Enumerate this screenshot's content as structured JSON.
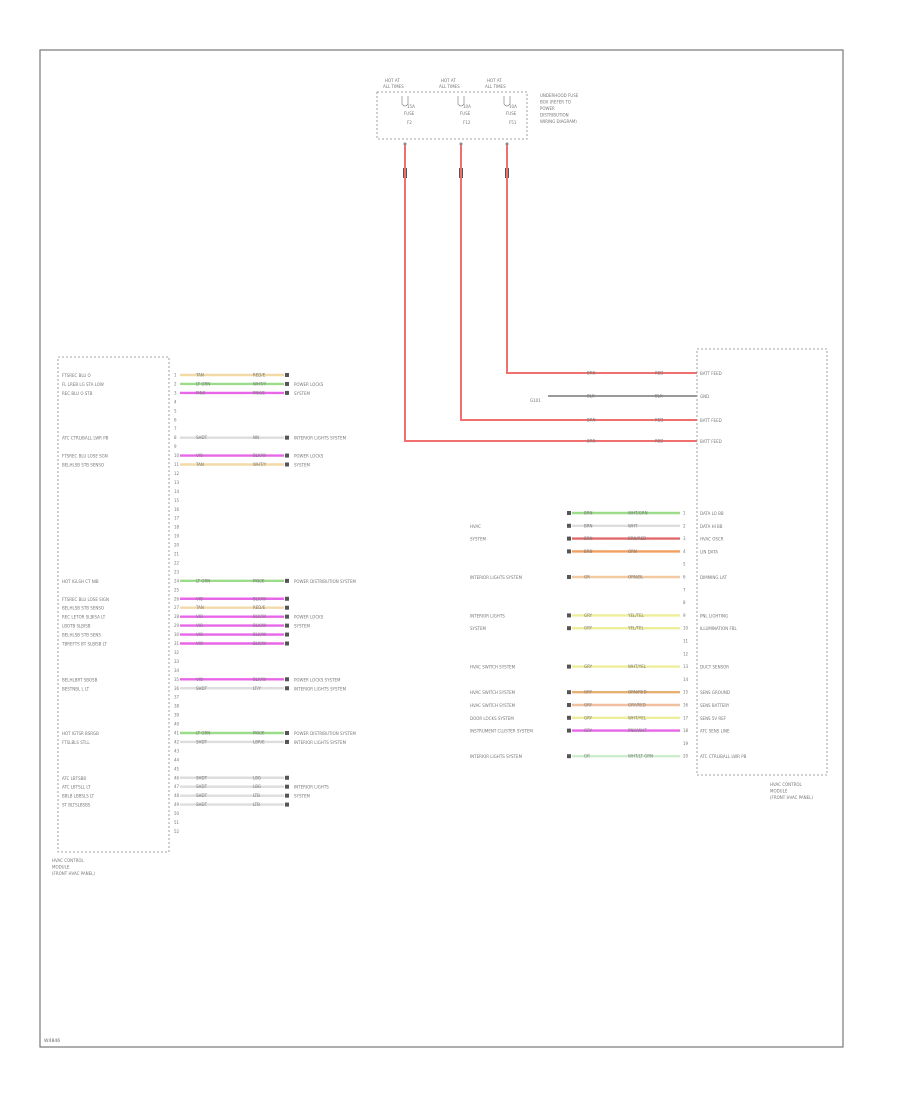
{
  "diagram_code": "W4846",
  "fuse_box": {
    "fuses": [
      {
        "top": "HOT AT",
        "top2": "ALL TIMES",
        "amp": "15A",
        "name": "FUSE",
        "id": "F2"
      },
      {
        "top": "HOT AT",
        "top2": "ALL TIMES",
        "amp": "10A",
        "name": "FUSE",
        "id": "F12"
      },
      {
        "top": "HOT AT",
        "top2": "ALL TIMES",
        "amp": "10A",
        "name": "FUSE",
        "id": "F51"
      }
    ],
    "caption": [
      "UNDERHOOD FUSE",
      "BOX (REFER TO",
      "POWER",
      "DISTRIBUTION",
      "WIRING DIAGRAM)"
    ]
  },
  "left_module": {
    "caption": [
      "HVAC CONTROL",
      "MODULE",
      "(FRONT HVAC PANEL)"
    ],
    "pin_count": 52,
    "wires": [
      {
        "pin": 1,
        "text": "FTSREC BLU O",
        "c1": "TAN",
        "c2": "RED/E",
        "dest": "",
        "color": "#f2d9a8"
      },
      {
        "pin": 2,
        "text": "FL LREB LG STA LOW",
        "c1": "LT GRN",
        "c2": "WHT/Y",
        "dest": "POWER LOCKS",
        "color": "#9bdc8a"
      },
      {
        "pin": 3,
        "text": "REC BLU O STB",
        "c1": "PINK",
        "c2": "PNK/E",
        "dest": "SYSTEM",
        "color": "#e866e8"
      },
      {
        "pin": 8,
        "text": "ATC CTRLIBALL LWR PB",
        "c1": "SHDT",
        "c2": "NN",
        "dest": "INTERIOR LIGHTS SYSTEM",
        "color": "#dddddd"
      },
      {
        "pin": 10,
        "text": "FTSREC BLU LOSE SGN",
        "c1": "VIO",
        "c2": "BLK/W",
        "dest": "POWER LOCKS",
        "color": "#e866e8"
      },
      {
        "pin": 11,
        "text": "BELHLSB STB SENSO",
        "c1": "TAN",
        "c2": "WHT/Y",
        "dest": "SYSTEM",
        "color": "#f2d9a8"
      },
      {
        "pin": 24,
        "text": "HOT IGLSH CT NIB",
        "c1": "LT GRN",
        "c2": "PKK/E",
        "dest": "POWER DISTRIBUTION SYSTEM",
        "color": "#9bdc8a"
      },
      {
        "pin": 26,
        "text": "FTSREC BLU LOSE SIGN",
        "c1": "VIO",
        "c2": "BLK/W",
        "dest": "",
        "color": "#e866e8"
      },
      {
        "pin": 27,
        "text": "BELHLSB STB SENSO",
        "c1": "TAN",
        "c2": "RED/E",
        "dest": "",
        "color": "#f2d9a8"
      },
      {
        "pin": 28,
        "text": "REC LETOR SLBISA LT",
        "c1": "VIO",
        "c2": "BLK/W",
        "dest": "POWER LOCKS",
        "color": "#e866e8"
      },
      {
        "pin": 29,
        "text": "LBOTB SLBISB",
        "c1": "VIO",
        "c2": "BLK/W",
        "dest": "SYSTEM",
        "color": "#e866e8"
      },
      {
        "pin": 30,
        "text": "BELHLSB STB SENS",
        "c1": "VIO",
        "c2": "BLK/W",
        "dest": "",
        "color": "#e866e8"
      },
      {
        "pin": 31,
        "text": "TBREFTS BT SLBISB LT",
        "c1": "VIO",
        "c2": "BLK/W",
        "dest": "",
        "color": "#e866e8"
      },
      {
        "pin": 35,
        "text": "BELHLBRT SBOSB",
        "c1": "VIO",
        "c2": "BLK/W",
        "dest": "POWER LOCKS SYSTEM",
        "color": "#e866e8"
      },
      {
        "pin": 36,
        "text": "BESTNBL L LT",
        "c1": "SHDT",
        "c2": "LT/Y",
        "dest": "INTERIOR LIGHTS SYSTEM",
        "color": "#dddddd"
      },
      {
        "pin": 41,
        "text": "HOT IGTSR BSRGB",
        "c1": "LT GRN",
        "c2": "PKK/E",
        "dest": "POWER DISTRIBUTION SYSTEM",
        "color": "#9bdc8a"
      },
      {
        "pin": 42,
        "text": "FTSLBLS STLL",
        "c1": "SHDT",
        "c2": "LBR/E",
        "dest": "INTERIOR LIGHTS SYSTEM",
        "color": "#dddddd"
      },
      {
        "pin": 46,
        "text": "ATC LBTSBB",
        "c1": "SHDT",
        "c2": "LBG",
        "dest": "",
        "color": "#dddddd"
      },
      {
        "pin": 47,
        "text": "ATC LBTSLL LT",
        "c1": "SHDT",
        "c2": "LBG",
        "dest": "INTERIOR LIGHTS",
        "color": "#dddddd"
      },
      {
        "pin": 48,
        "text": "BBLB LBBSLS LT",
        "c1": "SHDT",
        "c2": "LTB",
        "dest": "SYSTEM",
        "color": "#dddddd"
      },
      {
        "pin": 49,
        "text": "ST BLTSLBSBS",
        "c1": "SHDT",
        "c2": "LTB",
        "dest": "",
        "color": "#dddddd"
      }
    ]
  },
  "right_module": {
    "caption": [
      "HVAC CONTROL",
      "MODULE",
      "(FRONT HVAC PANEL)"
    ],
    "feeds": [
      {
        "label": "BATT FEED",
        "c1": "BRN",
        "c2": "RED",
        "fuse": 2
      },
      {
        "label": "GND",
        "c1": "BLK",
        "c2": "BLK",
        "fuse": -1
      },
      {
        "label": "BATT FEED",
        "c1": "BRN",
        "c2": "RED",
        "fuse": 1
      },
      {
        "label": "BATT FEED",
        "c1": "BRN",
        "c2": "RED",
        "fuse": 0
      }
    ],
    "gnd_tag": "G101",
    "wires": [
      {
        "pin": 1,
        "text": "DATA LO BB",
        "c1": "BRN",
        "c2": "WHT/GRN",
        "dest": "",
        "color": "#9bdc8a"
      },
      {
        "pin": 2,
        "text": "DATA HI BB",
        "c1": "BRN",
        "c2": "WHT",
        "dest": "HVAC",
        "color": "#dddddd"
      },
      {
        "pin": 3,
        "text": "HVAC OSCR",
        "c1": "BRN",
        "c2": "BRN/RED",
        "dest": "SYSTEM",
        "color": "#e06a6a"
      },
      {
        "pin": 4,
        "text": "LIN DATA",
        "c1": "BRN",
        "c2": "ORN",
        "dest": "",
        "color": "#f0a060"
      },
      {
        "pin": 6,
        "text": "DIMMING LAT",
        "c1": "GR",
        "c2": "ORN/BL",
        "dest": "INTERIOR LIGHTS SYSTEM",
        "color": "#f2c9a0"
      },
      {
        "pin": 9,
        "text": "PNL LIGHTING",
        "c1": "GRY",
        "c2": "YEL/TEL",
        "dest": "INTERIOR LIGHTS",
        "color": "#eeee9a"
      },
      {
        "pin": 10,
        "text": "ILLUMINATION FBL",
        "c1": "GRY",
        "c2": "YEL/TEL",
        "dest": "SYSTEM",
        "color": "#eeee9a"
      },
      {
        "pin": 13,
        "text": "DUCT SENSOR",
        "c1": "GRY",
        "c2": "WHT/YEL",
        "dest": "HVAC SWITCH SYSTEM",
        "color": "#eeee9a"
      },
      {
        "pin": 15,
        "text": "SENS GROUND",
        "c1": "GRY",
        "c2": "ORN/RED",
        "dest": "HVAC SWITCH SYSTEM",
        "color": "#e8b070"
      },
      {
        "pin": 16,
        "text": "SENS BATTERY",
        "c1": "GRY",
        "c2": "GRY/RED",
        "dest": "HVAC SWITCH SYSTEM",
        "color": "#f0c0a0"
      },
      {
        "pin": 17,
        "text": "SENS 5V REF",
        "c1": "GRY",
        "c2": "WHT/YEL",
        "dest": "DOOR LOCKS SYSTEM",
        "color": "#eeee9a"
      },
      {
        "pin": 18,
        "text": "ATC SENS LINE",
        "c1": "GRY",
        "c2": "PNK/WHT",
        "dest": "INSTRUMENT CLUSTER SYSTEM",
        "color": "#e866e8"
      },
      {
        "pin": 20,
        "text": "ATC CTRLIBALL LWR PB",
        "c1": "GR",
        "c2": "WHT/LT GRN",
        "dest": "INTERIOR LIGHTS SYSTEM",
        "color": "#cceecc"
      }
    ]
  }
}
